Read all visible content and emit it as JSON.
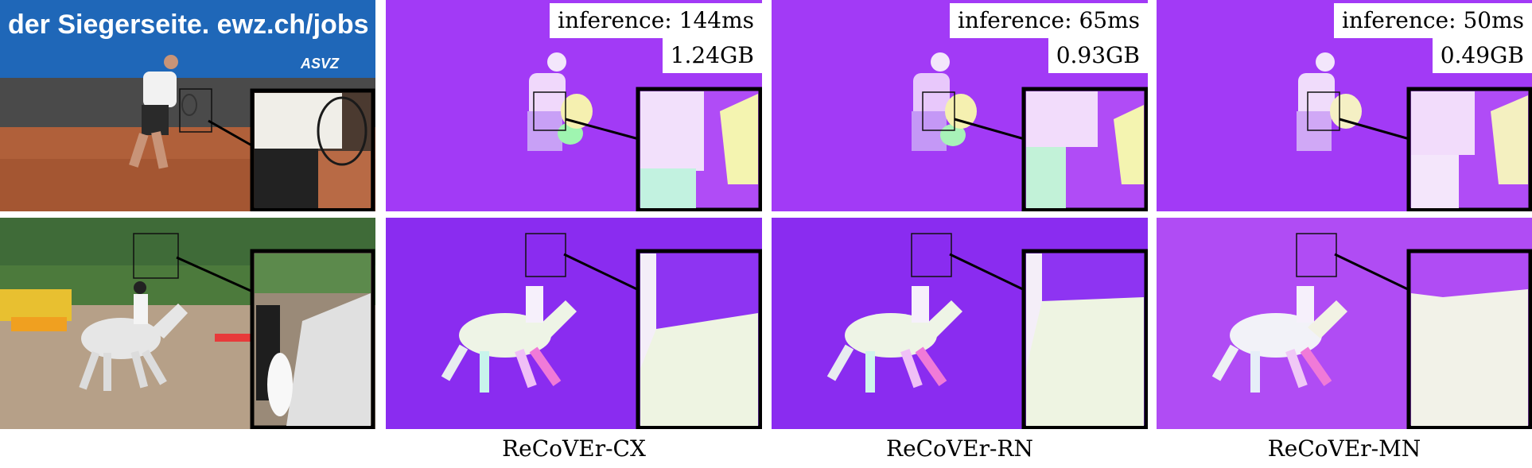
{
  "photos": {
    "top_banner_text": "der Siegerseite. ewz.ch/jobs",
    "top_banner_logo": "ASVZ"
  },
  "methods": [
    {
      "name": "ReCoVEr-CX",
      "inference": "inference: 144ms",
      "memory": "1.24GB"
    },
    {
      "name": "ReCoVEr-RN",
      "inference": "inference: 65ms",
      "memory": "0.93GB"
    },
    {
      "name": "ReCoVEr-MN",
      "inference": "inference: 50ms",
      "memory": "0.49GB"
    }
  ],
  "colors": {
    "flow_background": "#a23af6",
    "flow_background_bottom": "#8a2cf0",
    "flow_background_mn": "#b04cf4",
    "subject": "#f3e6fb"
  }
}
